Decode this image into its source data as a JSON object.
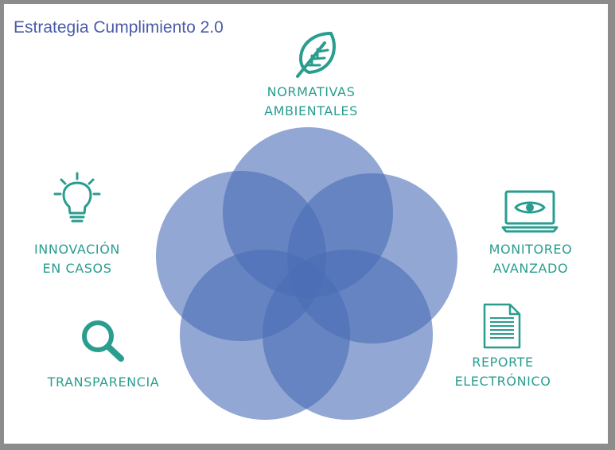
{
  "title": "Estrategia Cumplimiento 2.0",
  "colors": {
    "title": "#4a5ba8",
    "label": "#2a9d8f",
    "circle_fill": "#4a6db5"
  },
  "pillars": [
    {
      "id": "normativas",
      "icon": "leaf-icon",
      "lines": [
        "NORMATIVAS",
        "AMBIENTALES"
      ]
    },
    {
      "id": "innovacion",
      "icon": "lightbulb-icon",
      "lines": [
        "INNOVACIÓN",
        "EN CASOS"
      ]
    },
    {
      "id": "monitoreo",
      "icon": "laptop-eye-icon",
      "lines": [
        "MONITOREO",
        "AVANZADO"
      ]
    },
    {
      "id": "transparencia",
      "icon": "magnifier-icon",
      "lines": [
        "TRANSPARENCIA"
      ]
    },
    {
      "id": "reporte",
      "icon": "document-icon",
      "lines": [
        "REPORTE",
        "ELECTRÓNICO"
      ]
    }
  ]
}
